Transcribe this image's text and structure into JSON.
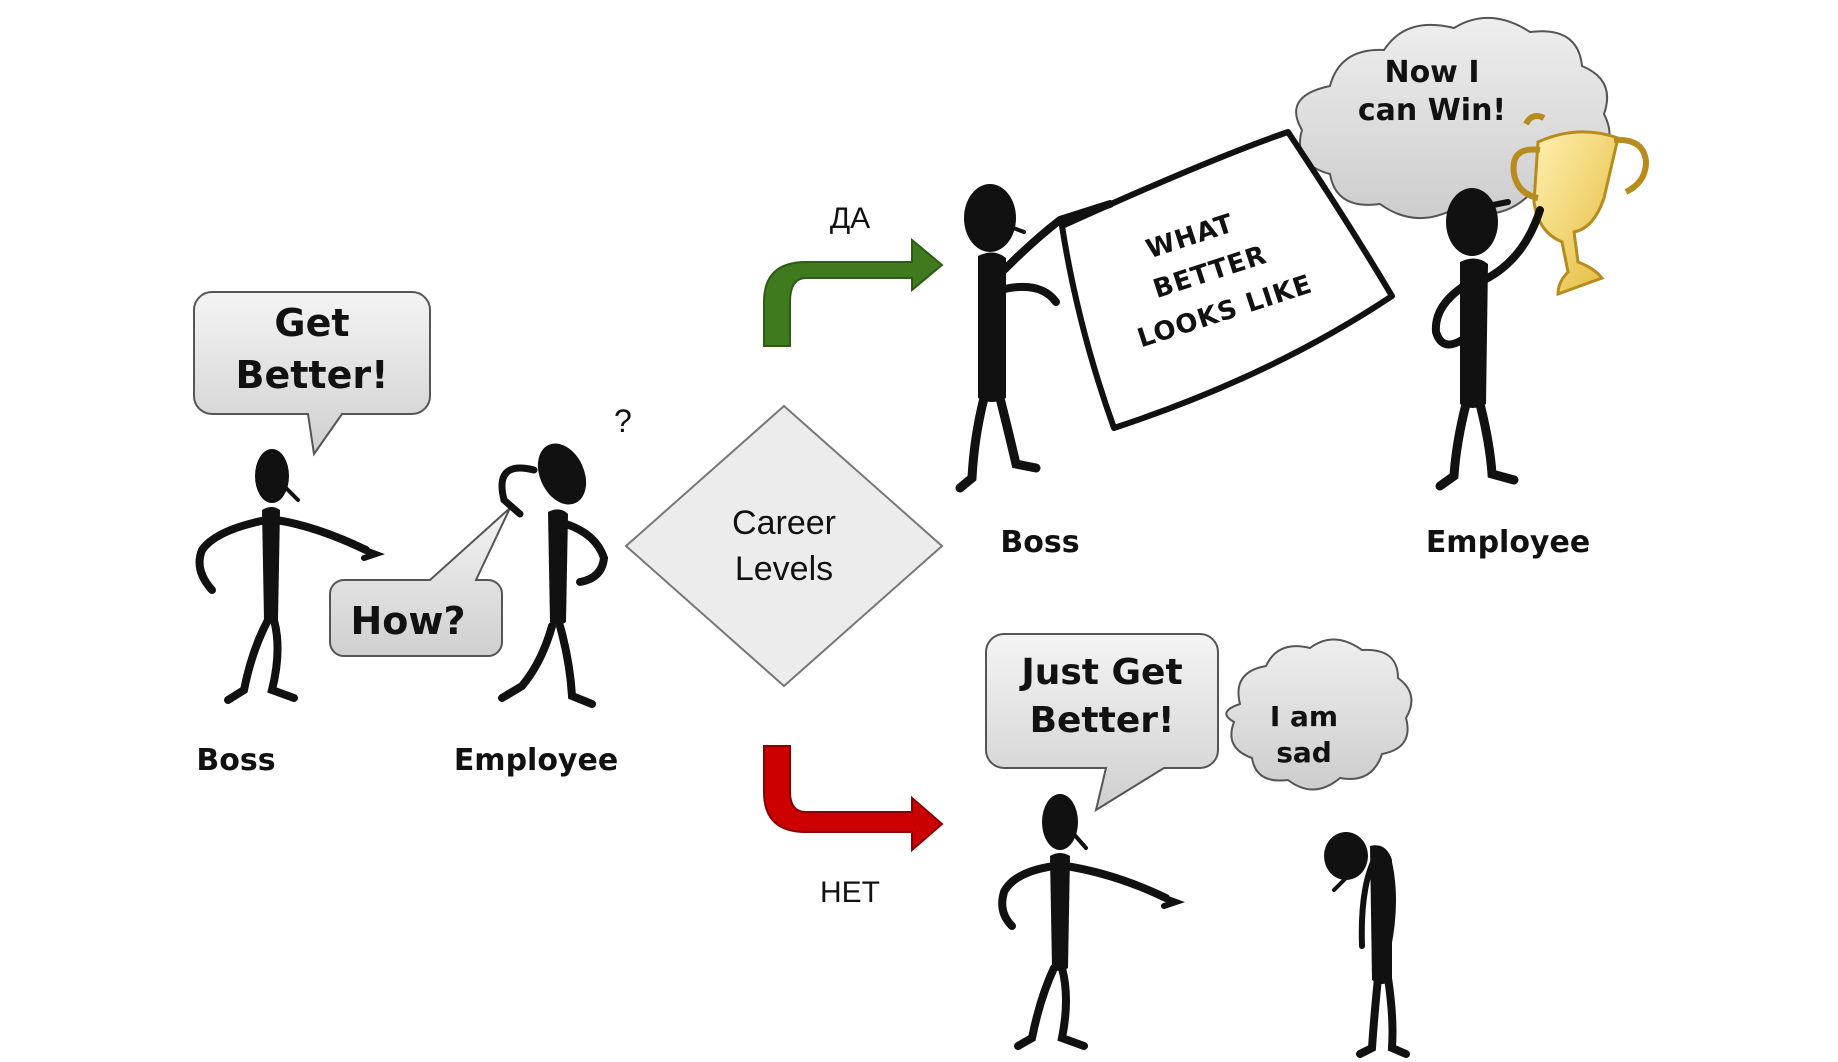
{
  "left_panel": {
    "boss_bubble": [
      "Get",
      "Better!"
    ],
    "employee_bubble": "How?",
    "question_mark": "?",
    "boss_label": "Boss",
    "employee_label": "Employee"
  },
  "decision": {
    "lines": [
      "Career",
      "Levels"
    ]
  },
  "branches": {
    "yes_label": "ДА",
    "no_label": "НЕТ",
    "yes_color": "#3f7a1f",
    "no_color": "#cc0000"
  },
  "yes_panel": {
    "thought_bubble": [
      "Now I",
      "can Win!"
    ],
    "sign_text": [
      "WHAT",
      "BETTER",
      "LOOKS LIKE"
    ],
    "boss_label": "Boss",
    "employee_label": "Employee",
    "trophy_color": "#f2cf5a"
  },
  "no_panel": {
    "boss_bubble": [
      "Just Get",
      "Better!"
    ],
    "thought_bubble": [
      "I am",
      "sad"
    ]
  }
}
